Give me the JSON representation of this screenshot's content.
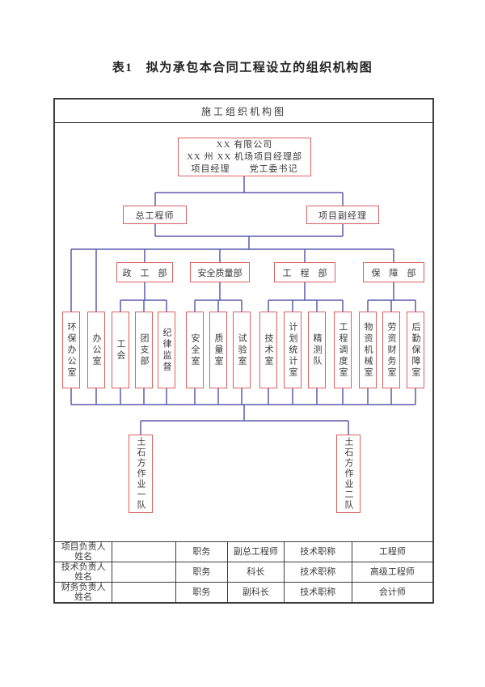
{
  "page": {
    "title": "表1　拟为承包本合同工程设立的组织机构图",
    "chart_header": "施工组织机构图"
  },
  "org_chart": {
    "root": {
      "lines": [
        "XX 有限公司",
        "XX 州 XX 机场项目经理部",
        "项目经理　　党工委书记"
      ]
    },
    "level2": [
      "总工程师",
      "项目副经理"
    ],
    "departments": [
      "政　工　部",
      "安全质量部",
      "工　程　部",
      "保　障　部"
    ],
    "offices": [
      "环保办公室",
      "办公室",
      "工会",
      "团支部",
      "纪律监督",
      "安全室",
      "质量室",
      "试验室",
      "技术室",
      "计划统计室",
      "精测队",
      "工程调度室",
      "物资机械室",
      "劳资财务室",
      "后勤保障室"
    ],
    "teams": [
      "土石方作业一队",
      "土石方作业二队"
    ]
  },
  "table": {
    "rows": [
      {
        "role_line1": "项目负责人",
        "role_line2": "姓名",
        "name": "",
        "duty_label": "职务",
        "duty": "副总工程师",
        "title_label": "技术职称",
        "title": "工程师"
      },
      {
        "role_line1": "技术负责人",
        "role_line2": "姓名",
        "name": "",
        "duty_label": "职务",
        "duty": "科长",
        "title_label": "技术职称",
        "title": "高级工程师"
      },
      {
        "role_line1": "财务负责人",
        "role_line2": "姓名",
        "name": "",
        "duty_label": "职务",
        "duty": "副科长",
        "title_label": "技术职称",
        "title": "会计师"
      }
    ]
  },
  "colors": {
    "box_border": "#d96060",
    "connector_line": "#5b5bad",
    "frame_border": "#3d3d3d",
    "text": "#3a3a3a"
  }
}
